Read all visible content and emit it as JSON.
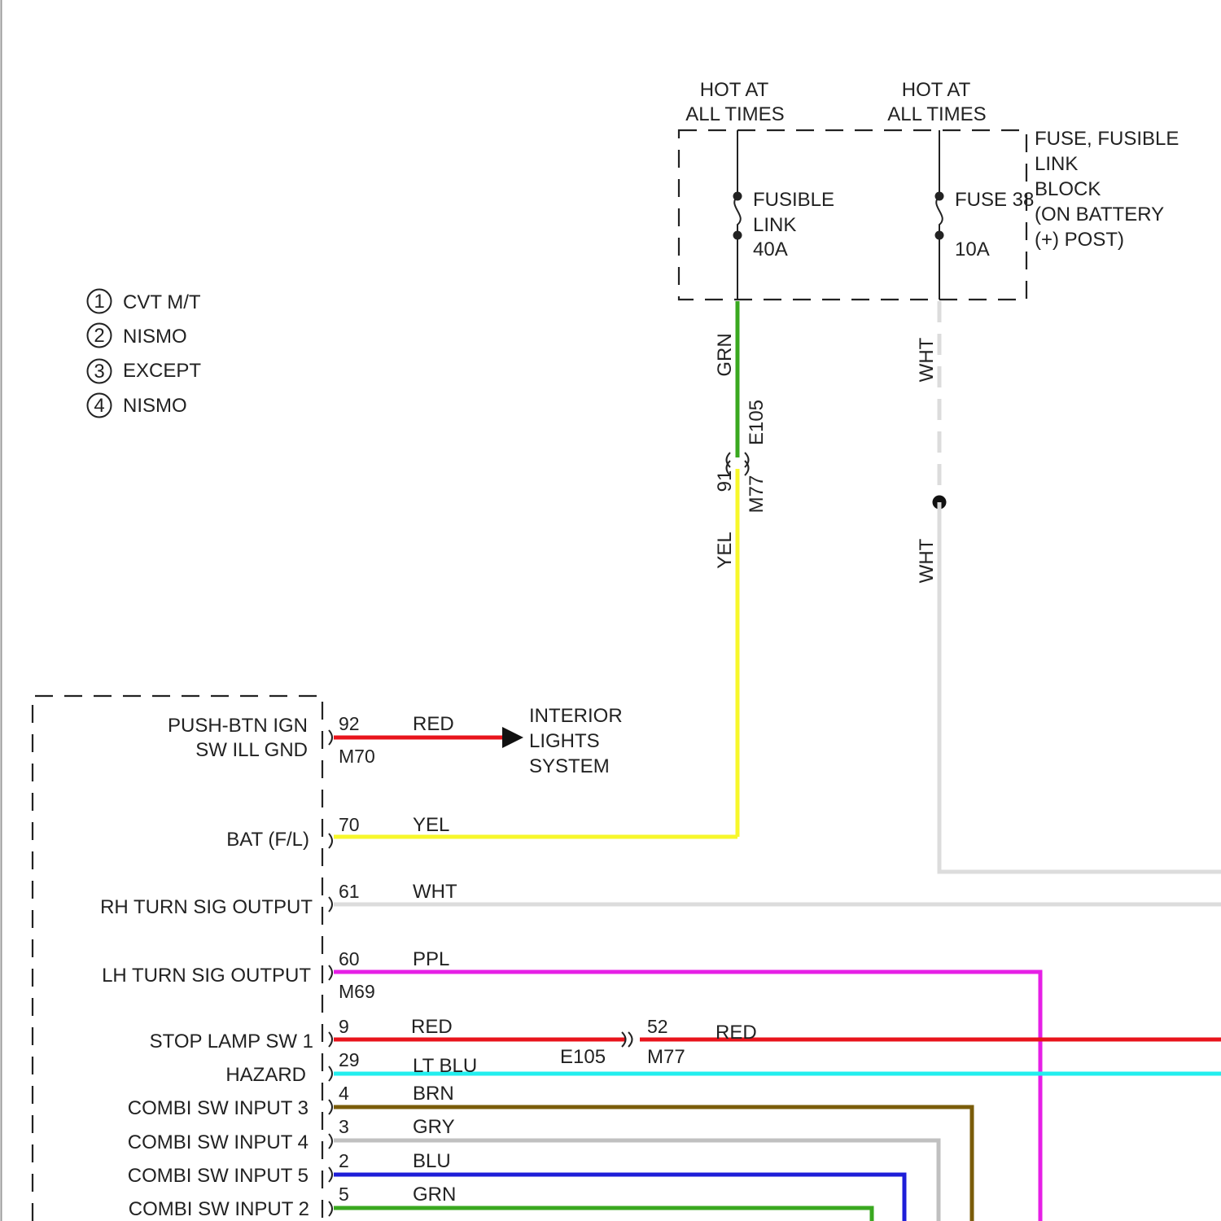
{
  "legend": [
    {
      "num": "1",
      "text": "CVT M/T"
    },
    {
      "num": "2",
      "text": "NISMO"
    },
    {
      "num": "3",
      "text": "EXCEPT"
    },
    {
      "num": "4",
      "text": "NISMO"
    }
  ],
  "fuse_block": {
    "hot_left_1": "HOT AT",
    "hot_left_2": "ALL TIMES",
    "hot_right_1": "HOT AT",
    "hot_right_2": "ALL TIMES",
    "fusible_1": "FUSIBLE",
    "fusible_2": "LINK",
    "fusible_3": "40A",
    "fuse_1": "FUSE 38",
    "fuse_2": "10A",
    "name_lines": [
      "FUSE, FUSIBLE",
      "LINK",
      "BLOCK",
      "(ON BATTERY",
      "(+) POST)"
    ]
  },
  "vertical_labels": {
    "grn": "GRN",
    "e105": "E105",
    "pin91": "91",
    "m77": "M77",
    "yel": "YEL",
    "wht_top": "WHT",
    "wht_bottom": "WHT"
  },
  "module_labels": [
    {
      "id": "push",
      "lines": [
        "PUSH-BTN IGN",
        "SW ILL GND"
      ]
    },
    {
      "id": "bat",
      "lines": [
        "BAT (F/L)"
      ]
    },
    {
      "id": "rh",
      "lines": [
        "RH TURN SIG OUTPUT"
      ]
    },
    {
      "id": "lh",
      "lines": [
        "LH TURN SIG OUTPUT"
      ]
    },
    {
      "id": "stop",
      "lines": [
        "STOP LAMP SW 1"
      ]
    },
    {
      "id": "hazard",
      "lines": [
        "HAZARD"
      ]
    },
    {
      "id": "combi3",
      "lines": [
        "COMBI SW INPUT 3"
      ]
    },
    {
      "id": "combi4",
      "lines": [
        "COMBI SW INPUT 4"
      ]
    },
    {
      "id": "combi5",
      "lines": [
        "COMBI SW INPUT 5"
      ]
    },
    {
      "id": "combi2",
      "lines": [
        "COMBI SW INPUT 2"
      ]
    }
  ],
  "wires": [
    {
      "pin": "92",
      "color_name": "RED",
      "color": "#e8141c",
      "connector": "M70"
    },
    {
      "pin": "70",
      "color_name": "YEL",
      "color": "#f7f72a"
    },
    {
      "pin": "61",
      "color_name": "WHT",
      "color": "#dcdcdc"
    },
    {
      "pin": "60",
      "color_name": "PPL",
      "color": "#e61fe6",
      "connector": "M69"
    },
    {
      "pin": "9",
      "color_name": "RED",
      "color": "#e8141c"
    },
    {
      "pin": "29",
      "color_name": "LT BLU",
      "color": "#22eeee"
    },
    {
      "pin": "4",
      "color_name": "BRN",
      "color": "#7a5c0a"
    },
    {
      "pin": "3",
      "color_name": "GRY",
      "color": "#c0c0c0"
    },
    {
      "pin": "2",
      "color_name": "BLU",
      "color": "#1e1ed8"
    },
    {
      "pin": "5",
      "color_name": "GRN",
      "color": "#3aa820"
    }
  ],
  "stop_inline": {
    "connector_a": "E105",
    "pin": "52",
    "connector_b": "M77",
    "color_name": "RED"
  },
  "interior": [
    "INTERIOR",
    "LIGHTS",
    "SYSTEM"
  ],
  "grn_wire_color": "#3aa820",
  "yel_wire_color": "#f7f72a",
  "wht_wire_color": "#dcdcdc"
}
